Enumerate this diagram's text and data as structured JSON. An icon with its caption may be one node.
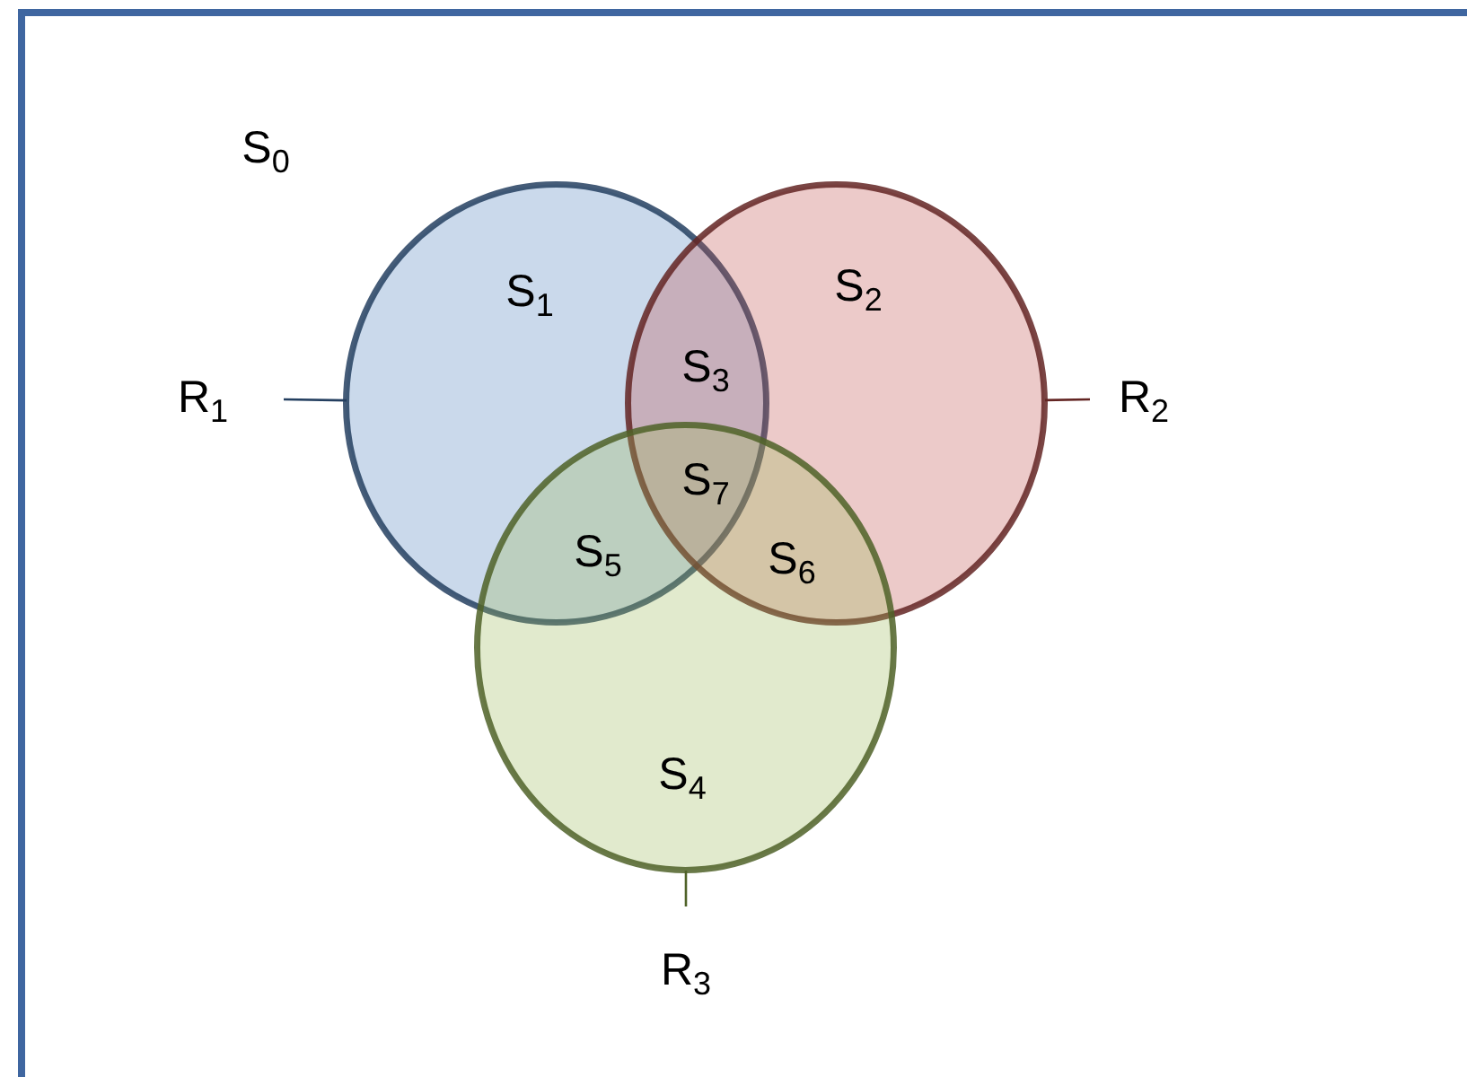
{
  "diagram": {
    "nodes": [
      {
        "text": [],
        "shape": "box"
      },
      {
        "text": [],
        "shape": "circle",
        "in": 0
      },
      {
        "text": [],
        "shape": "circle",
        "in": 0
      },
      {
        "text": [],
        "shape": "circle",
        "in": 0
      },
      {
        "text": [
          "R$_{1}$"
        ],
        "in": 0
      },
      {
        "text": [
          "R$_{2}$"
        ],
        "in": 0
      },
      {
        "text": [
          "R$_{3}$"
        ],
        "in": 0
      }
    ],
    "edges": [
      {
        "from": 4,
        "to": 1,
        "arrow": "none",
        "color": "#243f60"
      },
      {
        "from": 5,
        "to": 2,
        "arrow": "none",
        "color": "#632523"
      },
      {
        "from": 6,
        "to": 3,
        "arrow": "none",
        "color": "#4f6228"
      }
    ],
    "labels": [
      "S$_{0}$",
      "S$_{1}$",
      "S$_{2}$",
      "S$_{3}$",
      "S$_{7}$",
      "S$_{5}$",
      "S$_{6}$",
      "S$_{4}$"
    ]
  }
}
